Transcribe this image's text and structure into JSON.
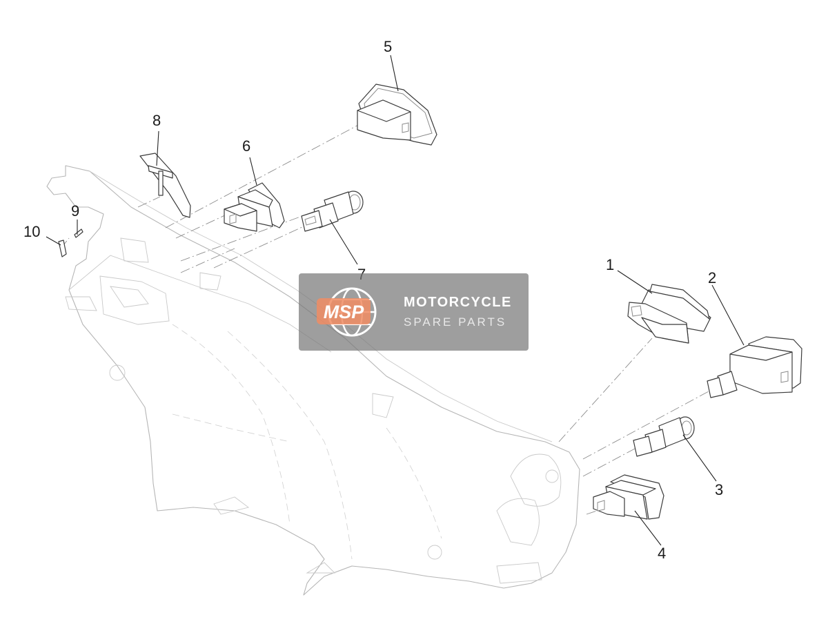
{
  "callouts": {
    "c1": "1",
    "c2": "2",
    "c3": "3",
    "c4": "4",
    "c5": "5",
    "c6": "6",
    "c7": "7",
    "c8": "8",
    "c9": "9",
    "c10": "10"
  },
  "watermark": {
    "logo_text": "MSP",
    "line1": "MOTORCYCLE",
    "line2": "SPARE PARTS",
    "logo_color": "#f08c63",
    "box_color": "#787878"
  },
  "colors": {
    "line": "#3a3a3a",
    "body_outline": "#b5b5b5",
    "background": "#ffffff"
  }
}
